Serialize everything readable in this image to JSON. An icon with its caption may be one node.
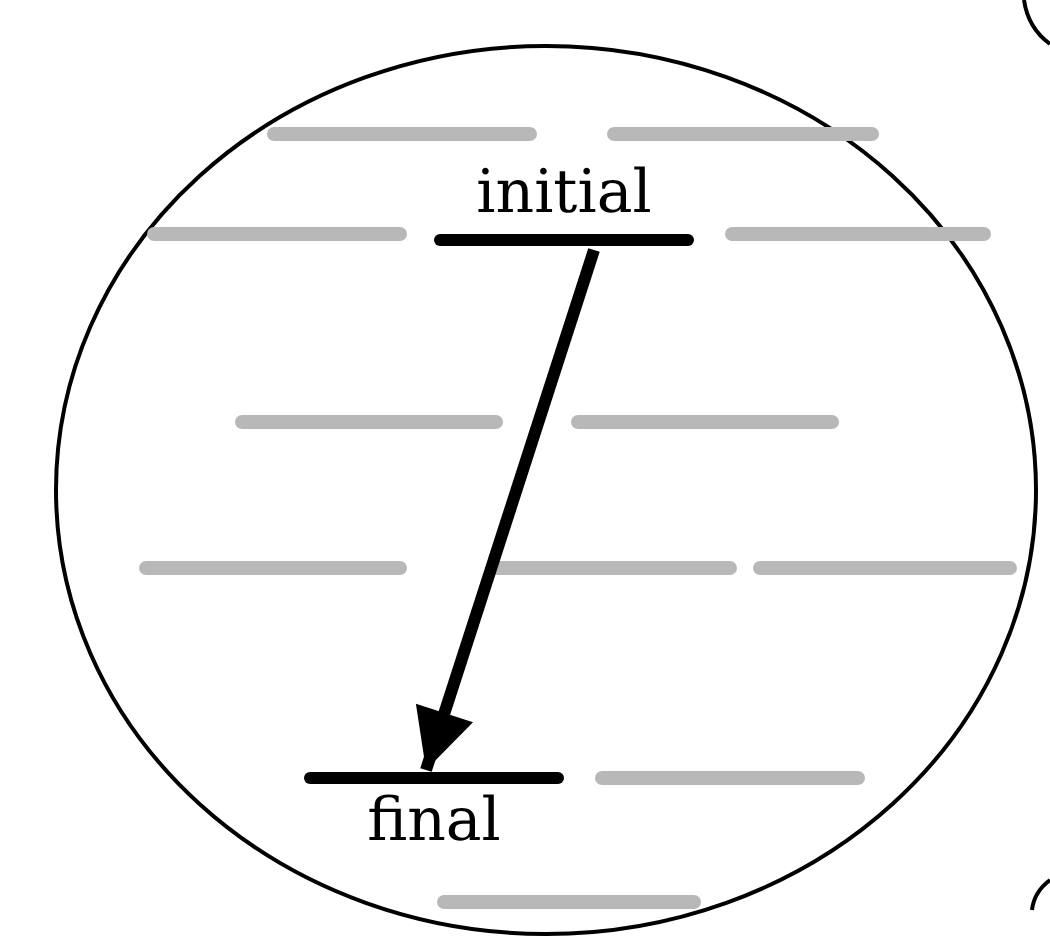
{
  "diagram": {
    "nodes": [
      {
        "text": [],
        "shape": "circle"
      },
      {
        "text": [
          "initial"
        ],
        "in": 0
      },
      {
        "text": [
          "final"
        ],
        "in": 0
      }
    ],
    "edges": [
      {
        "from": 1,
        "to": 2,
        "arrow": "to"
      }
    ]
  }
}
